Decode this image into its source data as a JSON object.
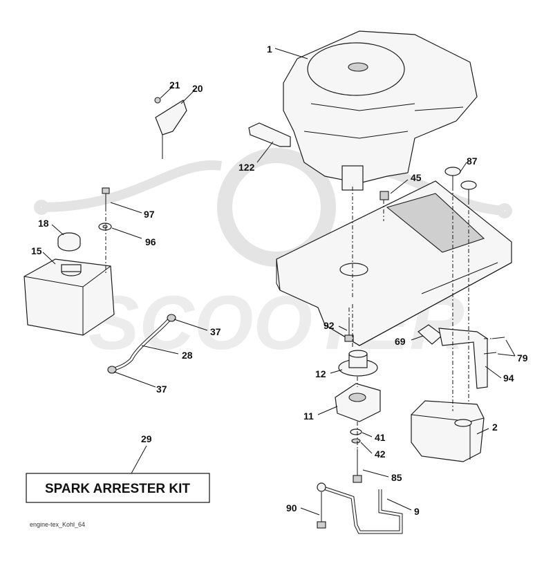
{
  "watermark": {
    "text": "SCOOTER"
  },
  "callouts": {
    "c1": "1",
    "c2": "2",
    "c9": "9",
    "c11": "11",
    "c12": "12",
    "c15": "15",
    "c18": "18",
    "c20": "20",
    "c21": "21",
    "c28": "28",
    "c29": "29",
    "c37a": "37",
    "c37b": "37",
    "c41": "41",
    "c42": "42",
    "c45": "45",
    "c69": "69",
    "c79": "79",
    "c85": "85",
    "c87": "87",
    "c90": "90",
    "c92": "92",
    "c94": "94",
    "c96": "96",
    "c97": "97",
    "c122": "122"
  },
  "kit_label": "SPARK ARRESTER KIT",
  "source_label": "engine-tex_Kohl_64"
}
